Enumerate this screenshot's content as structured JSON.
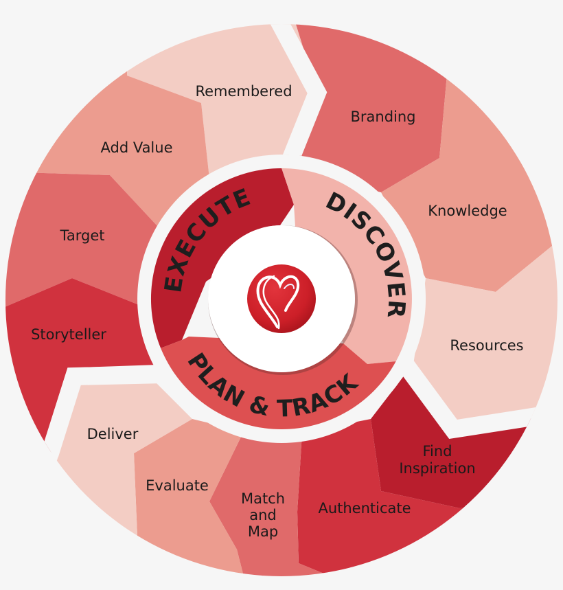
{
  "diagram": {
    "center_logo": {
      "icon": "heart-swirl-logo-icon",
      "fill": "#d02029"
    },
    "inner_ring": [
      {
        "label": "EXECUTE",
        "color": "#b91e2d"
      },
      {
        "label": "DISCOVER",
        "color": "#f2b3ab"
      },
      {
        "label": "PLAN & TRACK",
        "color": "#dd5051"
      }
    ],
    "outer_groups": [
      {
        "name": "Discover group",
        "segments": [
          {
            "label": "Branding",
            "color": "#e06a6a"
          },
          {
            "label": "Knowledge",
            "color": "#ec9c8f"
          },
          {
            "label": "Resources",
            "color": "#f3cdc4"
          }
        ]
      },
      {
        "name": "Plan & Track group",
        "segments": [
          {
            "label_lines": [
              "Find",
              "Inspiration"
            ],
            "color": "#b91e2d"
          },
          {
            "label": "Authenticate",
            "color": "#d0323e"
          },
          {
            "label_lines": [
              "Match",
              "and",
              "Map"
            ],
            "color": "#e06a6a"
          },
          {
            "label": "Evaluate",
            "color": "#ec9c8f"
          },
          {
            "label": "Deliver",
            "color": "#f3cdc4"
          }
        ]
      },
      {
        "name": "Execute group",
        "segments": [
          {
            "label": "Storyteller",
            "color": "#d0323e"
          },
          {
            "label": "Target",
            "color": "#e06a6a"
          },
          {
            "label": "Add Value",
            "color": "#ec9c8f"
          },
          {
            "label": "Remembered",
            "color": "#f3cdc4"
          }
        ]
      }
    ],
    "colors": {
      "background": "#f6f6f6",
      "darkest": "#b91e2d",
      "dark": "#d0323e",
      "medium": "#e06a6a",
      "light_medium": "#ec9c8f",
      "light": "#f3cdc4"
    }
  }
}
